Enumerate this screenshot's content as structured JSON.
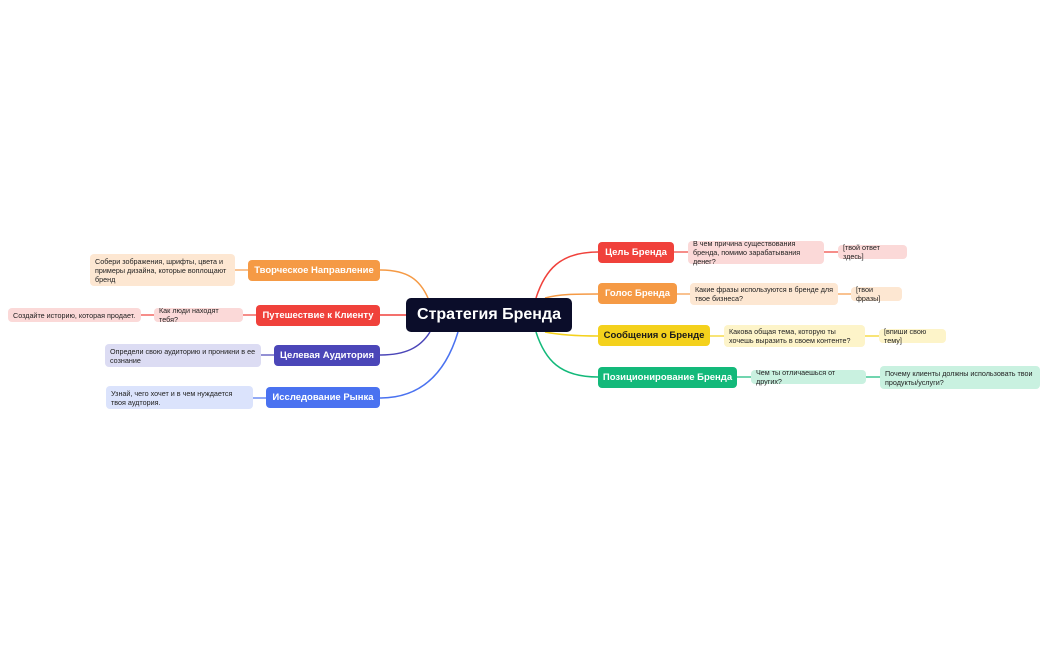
{
  "center": {
    "label": "Стратегия Бренда"
  },
  "right": [
    {
      "label": "Цель Бренда",
      "color": "#f0413b",
      "question": "В чем причина существования бренда, помимо зарабатывания денег?",
      "answer": "[твой ответ здесь]",
      "note_bg": "#fbd9d8"
    },
    {
      "label": "Голос Бренда",
      "color": "#f59a45",
      "question": "Какие фразы используются в бренде для твое бизнеса?",
      "answer": "[твои фразы]",
      "note_bg": "#fde7d2"
    },
    {
      "label": "Сообщения о Бренде",
      "color": "#f4d11c",
      "question": "Какова общая тема, которую ты хочешь выразить в своем контенте?",
      "answer": "[впиши свою тему]",
      "note_bg": "#fdf4c9"
    },
    {
      "label": "Позиционирование Бренда",
      "color": "#13b97a",
      "question": "Чем ты отличаешься  от других?",
      "answer": "Почему клиенты должны использовать твои продукты/услуги?",
      "note_bg": "#c9f1e0"
    }
  ],
  "left": [
    {
      "label": "Творческое Направление",
      "color": "#f59a45",
      "note": "Собери зображения, шрифты, цвета и примеры дизайна, которые воплощают бренд",
      "note_bg": "#fde7d2"
    },
    {
      "label": "Путешествие к Клиенту",
      "color": "#f0413b",
      "question": "Как люди находят тебя?",
      "answer": "Создайте историю, которая продает.",
      "note_bg": "#fbd9d8"
    },
    {
      "label": "Целевая Аудитория",
      "color": "#4b46b8",
      "note": "Определи свою аудиторию и проникни в ее сознание",
      "note_bg": "#dcdcf3"
    },
    {
      "label": "Исследование Рынка",
      "color": "#4a72f0",
      "note": "Узнай, чего хочет и в чем нуждается твоя аудтория.",
      "note_bg": "#dbe3fc"
    }
  ]
}
